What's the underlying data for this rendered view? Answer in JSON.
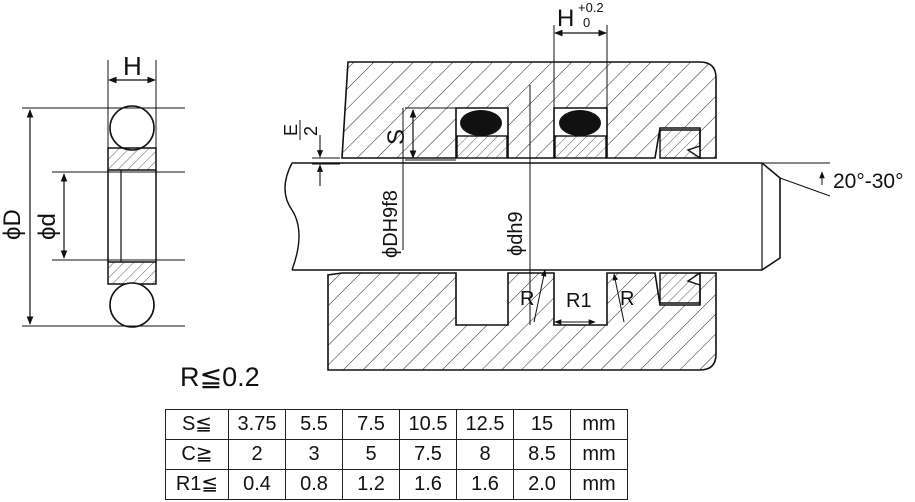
{
  "labels": {
    "left_width": "H",
    "left_outer_dia": "ϕD",
    "left_inner_dia": "ϕd",
    "groove_width": "H",
    "groove_tol_upper": "+0.2",
    "groove_tol_lower": "0",
    "half_e_num": "E",
    "half_e_den": "2",
    "section": "S",
    "bore_fit": "ϕDH9f8",
    "rod_fit": "ϕdh9",
    "radius_left": "R",
    "radius_mid": "R1",
    "radius_right": "R",
    "chamfer_angle": "20°-30°"
  },
  "note": "R≦0.2",
  "table": {
    "rows": [
      {
        "header": "S≦",
        "values": [
          "3.75",
          "5.5",
          "7.5",
          "10.5",
          "12.5",
          "15"
        ],
        "unit": "mm"
      },
      {
        "header": "C≧",
        "values": [
          "2",
          "3",
          "5",
          "7.5",
          "8",
          "8.5"
        ],
        "unit": "mm"
      },
      {
        "header": "R1≦",
        "values": [
          "0.4",
          "0.8",
          "1.2",
          "1.6",
          "1.6",
          "2.0"
        ],
        "unit": "mm"
      }
    ]
  },
  "colors": {
    "line": "#111111",
    "oring_fill": "#111111",
    "background": "#ffffff"
  }
}
